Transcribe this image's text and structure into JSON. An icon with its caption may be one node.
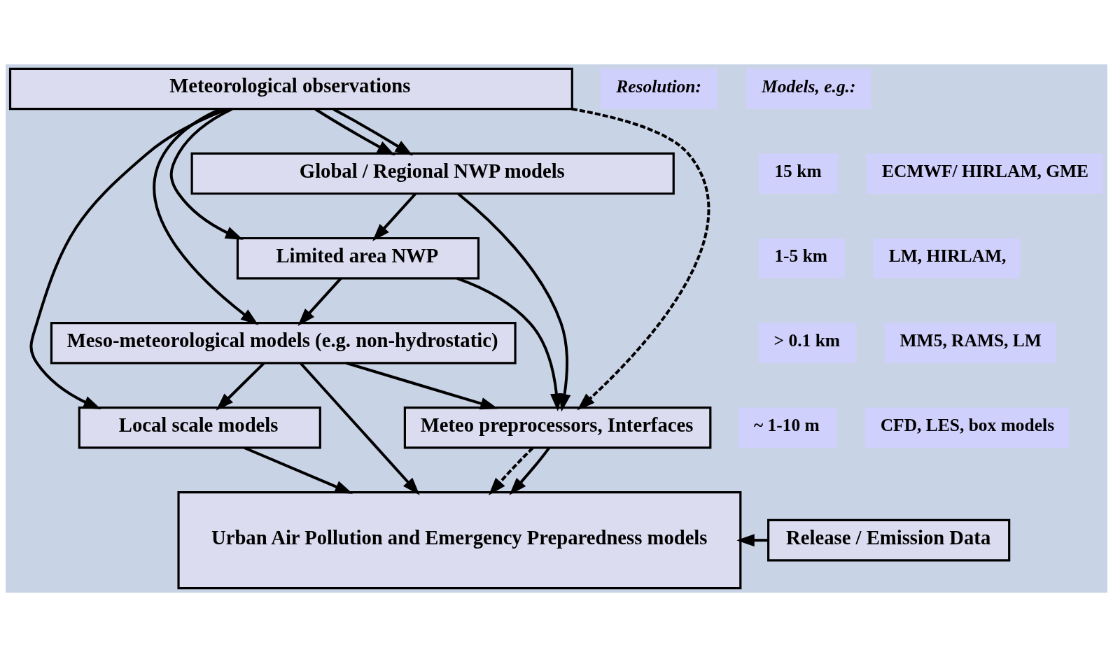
{
  "diagram": {
    "nodes": [
      {
        "text": [
          "Meteorological observations"
        ]
      },
      {
        "text": [
          "Global / Regional NWP models"
        ]
      },
      {
        "text": [
          "Limited area NWP"
        ]
      },
      {
        "text": [
          "Meso-meteorological models (e.g. non-hydrostatic)"
        ]
      },
      {
        "text": [
          "Local scale models"
        ]
      },
      {
        "text": [
          "Meteo preprocessors, Interfaces"
        ]
      },
      {
        "text": [
          "Urban Air Pollution and Emergency Preparedness models"
        ]
      },
      {
        "text": [
          "Release / Emission Data"
        ]
      }
    ],
    "edges": [
      {
        "from": 0,
        "to": 1,
        "arrow": "to"
      },
      {
        "from": 0,
        "to": 1,
        "arrow": "to"
      },
      {
        "from": 0,
        "to": 2,
        "arrow": "to"
      },
      {
        "from": 0,
        "to": 3,
        "arrow": "to"
      },
      {
        "from": 0,
        "to": 4,
        "arrow": "to"
      },
      {
        "from": 0,
        "to": 5,
        "arrow": "to",
        "style": "dashed"
      },
      {
        "from": 1,
        "to": 2,
        "arrow": "to"
      },
      {
        "from": 1,
        "to": 5,
        "arrow": "to"
      },
      {
        "from": 2,
        "to": 3,
        "arrow": "to"
      },
      {
        "from": 2,
        "to": 5,
        "arrow": "to"
      },
      {
        "from": 3,
        "to": 4,
        "arrow": "to"
      },
      {
        "from": 3,
        "to": 5,
        "arrow": "to"
      },
      {
        "from": 3,
        "to": 6,
        "arrow": "to"
      },
      {
        "from": 4,
        "to": 6,
        "arrow": "to"
      },
      {
        "from": 5,
        "to": 6,
        "arrow": "to",
        "style": "dashed"
      },
      {
        "from": 5,
        "to": 6,
        "arrow": "to"
      },
      {
        "from": 7,
        "to": 6,
        "arrow": "to"
      }
    ],
    "labels": [
      "Resolution:",
      "Models, e.g.:",
      "15 km",
      "ECMWF/ HIRLAM, GME",
      "1-5 km",
      "LM, HIRLAM,",
      "> 0.1 km",
      "MM5, RAMS, LM",
      "~ 1-10 m",
      "CFD, LES, box models"
    ]
  }
}
